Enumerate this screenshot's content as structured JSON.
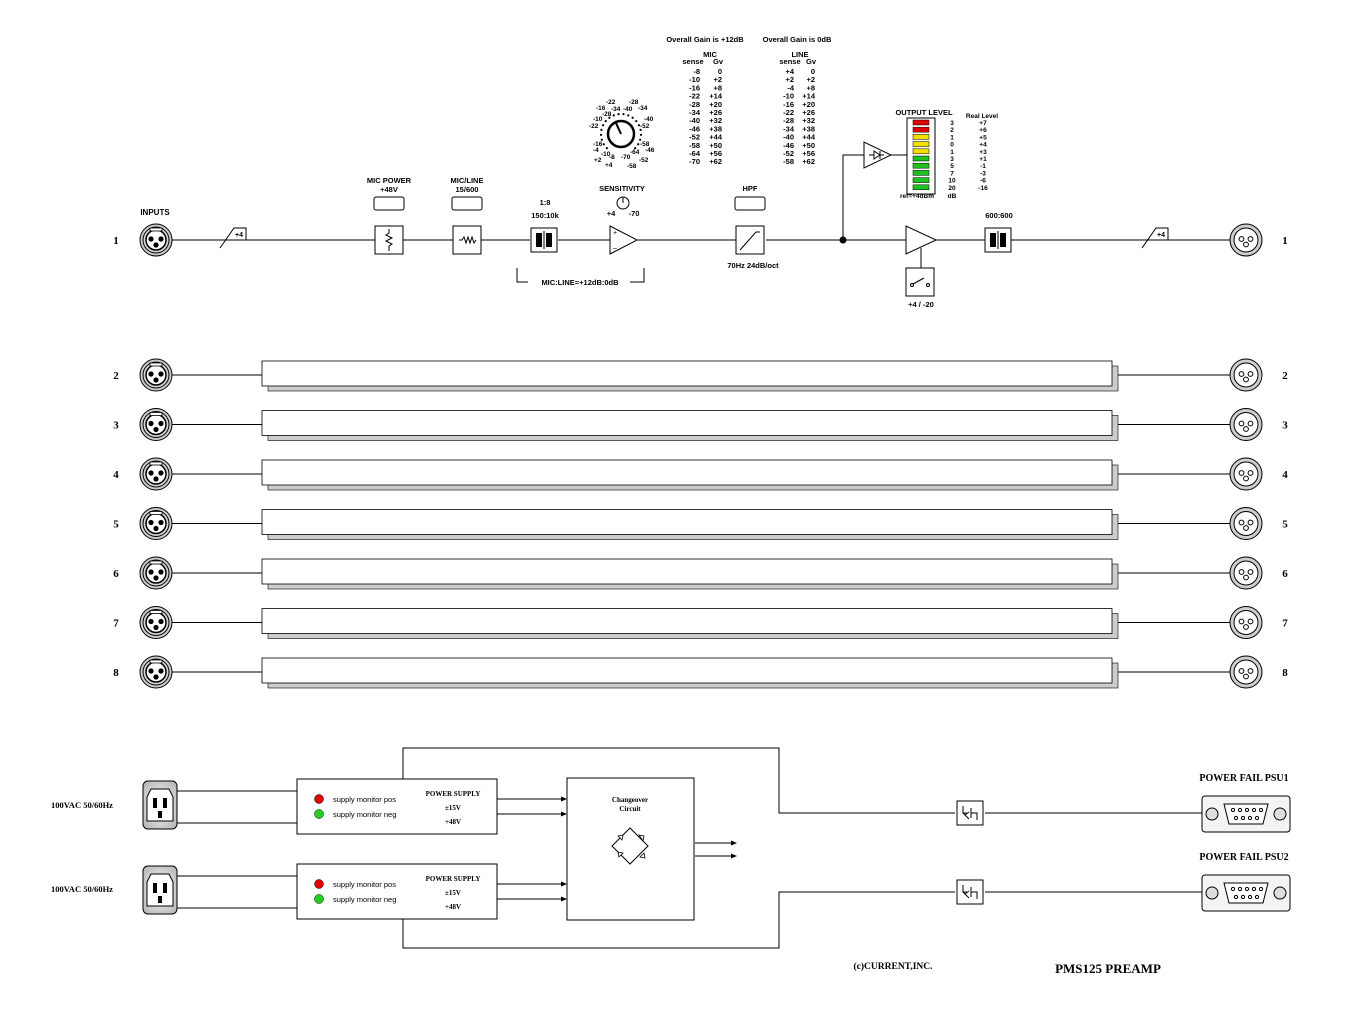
{
  "title": "PMS125 PREAMP",
  "copyright": "(c)CURRENT,INC.",
  "channel1": {
    "inputs_label": "INPUTS",
    "number": "1",
    "mic_power": {
      "label": "MIC POWER",
      "sub": "+48V"
    },
    "mic_line": {
      "label": "MIC/LINE",
      "sub": "15/600"
    },
    "transformer_in": {
      "label": "1:8",
      "sub": "150:10k"
    },
    "sensitivity": {
      "label": "SENSITIVITY",
      "min": "+4",
      "max": "-70"
    },
    "mic_line_note": "MIC:LINE=+12dB:0dB",
    "hpf": {
      "label": "HPF",
      "sub": "70Hz 24dB/oct"
    },
    "output_switch": "+4 / -20",
    "transformer_out": "600:600",
    "dial_marks": [
      "-22",
      "-28",
      "-16",
      "-34",
      "-40",
      "-34",
      "-10",
      "-28",
      "-40",
      "-22",
      "-52",
      "-16",
      "-58",
      "-4",
      "-10",
      "-64",
      "-46",
      "+2",
      "-8",
      "-70",
      "-52",
      "+4",
      "-58"
    ]
  },
  "gain_table": {
    "mic": {
      "heading": "Overall Gain is +12dB",
      "label": "MIC",
      "cols": [
        "sense",
        "Gv"
      ],
      "sense": [
        "-8",
        "-10",
        "-16",
        "-22",
        "-28",
        "-34",
        "-40",
        "-46",
        "-52",
        "-58",
        "-64",
        "-70"
      ],
      "gv": [
        "0",
        "+2",
        "+8",
        "+14",
        "+20",
        "+26",
        "+32",
        "+38",
        "+44",
        "+50",
        "+56",
        "+62"
      ]
    },
    "line": {
      "heading": "Overall Gain is 0dB",
      "label": "LINE",
      "cols": [
        "sense",
        "Gv"
      ],
      "sense": [
        "+4",
        "+2",
        "-4",
        "-10",
        "-16",
        "-22",
        "-28",
        "-34",
        "-40",
        "-46",
        "-52",
        "-58"
      ],
      "gv": [
        "0",
        "+2",
        "+8",
        "+14",
        "+20",
        "+26",
        "+32",
        "+38",
        "+44",
        "+50",
        "+56",
        "+62"
      ]
    }
  },
  "output_level": {
    "label": "OUTPUT LEVEL",
    "real_label": "Real Level",
    "scale": [
      "3",
      "2",
      "1",
      "0",
      "1",
      "3",
      "5",
      "7",
      "10",
      "20"
    ],
    "unit": "dB",
    "real": [
      "+7",
      "+6",
      "+5",
      "+4",
      "+3",
      "+1",
      "-1",
      "-3",
      "-6",
      "-16"
    ],
    "ref": "ref=+4dBm",
    "colors": [
      "#e00000",
      "#e00000",
      "#f0e000",
      "#f0e000",
      "#f0e000",
      "#20c020",
      "#20c020",
      "#20c020",
      "#20c020",
      "#20c020"
    ]
  },
  "channels": [
    "2",
    "3",
    "4",
    "5",
    "6",
    "7",
    "8"
  ],
  "power": {
    "ac_label": "100VAC 50/60Hz",
    "psu_label": "POWER SUPPLY",
    "v1": "±15V",
    "v2": "+48V",
    "mon_pos": "supply monitor pos",
    "mon_neg": "supply monitor neg",
    "led_pos": "#e00000",
    "led_neg": "#20d020",
    "changeover": "Changeover",
    "circuit": "Circuit",
    "fail1": "POWER FAIL PSU1",
    "fail2": "POWER FAIL PSU2"
  }
}
